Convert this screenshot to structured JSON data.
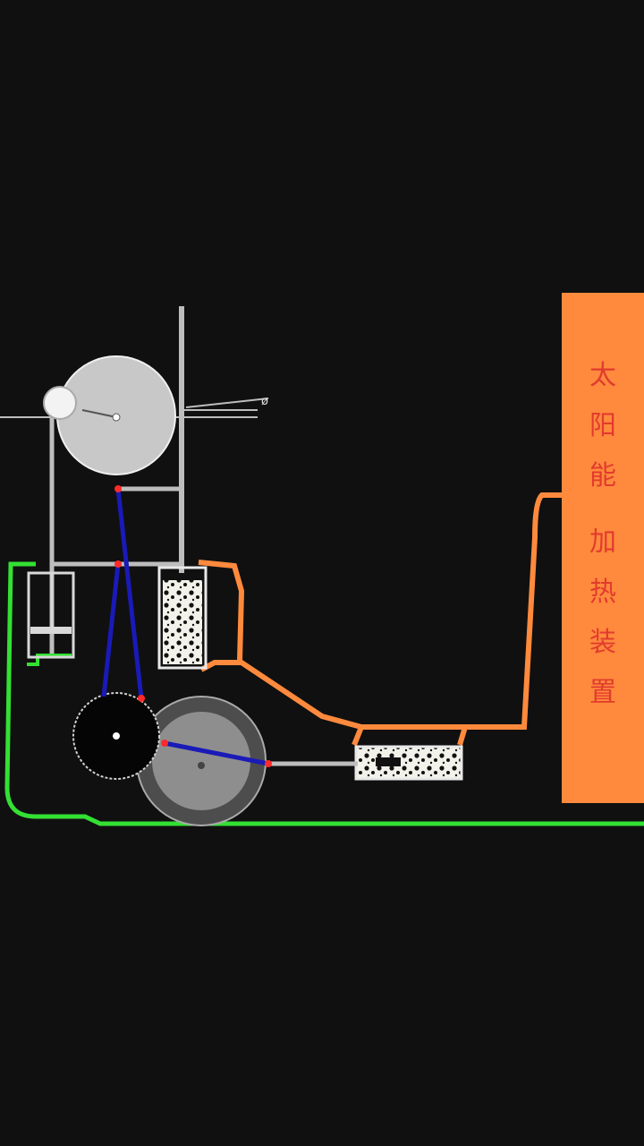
{
  "solar_heater": {
    "label_chars": [
      "太",
      "阳",
      "能",
      "加",
      "热",
      "装",
      "置"
    ]
  },
  "colors": {
    "background": "#101010",
    "hot_pipe": "#ff8a3d",
    "cold_pipe": "#33e033",
    "linkage": "#1a1ab8",
    "pivot": "#ff2a2a",
    "flywheel_light": "#c8c8c8",
    "flywheel_dark": "#000000"
  }
}
